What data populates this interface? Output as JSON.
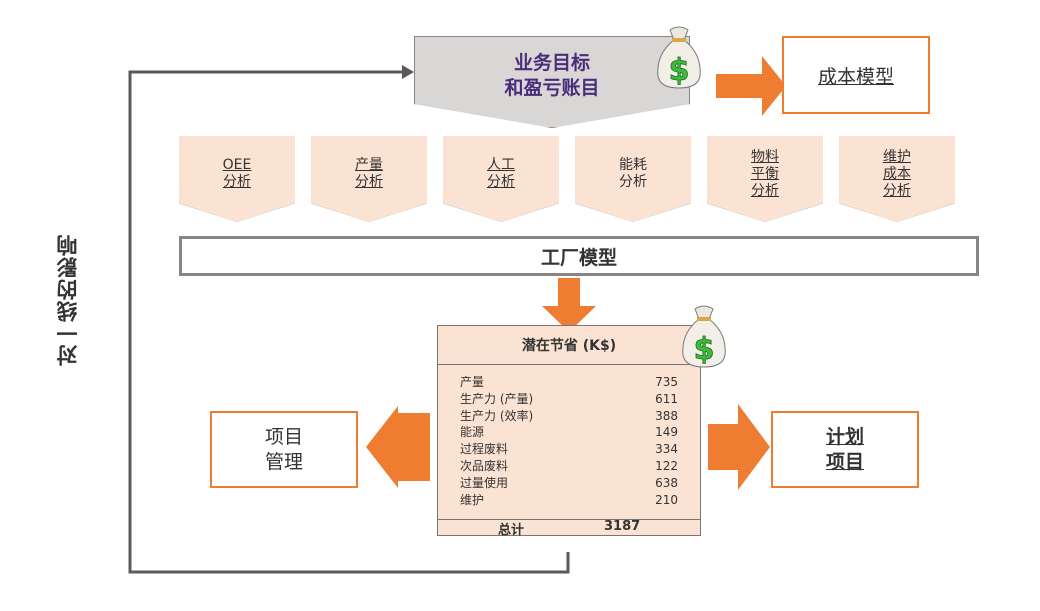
{
  "goal": {
    "line1": "业务目标",
    "line2": "和盈亏账目"
  },
  "cost_model": {
    "label": "成本模型"
  },
  "analyses": [
    {
      "lines": [
        "OEE",
        "分析"
      ],
      "underlined": true
    },
    {
      "lines": [
        "产量",
        "分析"
      ],
      "underlined": true
    },
    {
      "lines": [
        "人工",
        "分析"
      ],
      "underlined": true
    },
    {
      "lines": [
        "能耗",
        "分析"
      ],
      "underlined": false
    },
    {
      "lines": [
        "物料",
        "平衡",
        "分析"
      ],
      "underlined": true
    },
    {
      "lines": [
        "维护",
        "成本",
        "分析"
      ],
      "underlined": true
    }
  ],
  "factory_model": {
    "label": "工厂模型"
  },
  "savings": {
    "title": "潜在节省 (K$)",
    "rows": [
      {
        "label": "产量",
        "value": "735"
      },
      {
        "label": "生产力 (产量)",
        "value": "611"
      },
      {
        "label": "生产力 (效率)",
        "value": "388"
      },
      {
        "label": "能源",
        "value": "149"
      },
      {
        "label": "过程废料",
        "value": "334"
      },
      {
        "label": "次品废料",
        "value": "122"
      },
      {
        "label": "过量使用",
        "value": "638"
      },
      {
        "label": "维护",
        "value": "210"
      }
    ],
    "total_label": "总计",
    "total_value": "3187"
  },
  "project_management": {
    "line1": "项目",
    "line2": "管理"
  },
  "plan_project": {
    "line1": "计划",
    "line2": "项目"
  },
  "side_label": "对一线的影响",
  "icons": {
    "money_bag": "money-bag-icon",
    "dollar_symbol": "$"
  },
  "colors": {
    "orange": "#ee7d31",
    "peach": "#fbe3d4",
    "gray": "#d9d7d6",
    "purple_text": "#4a2d7a",
    "dollar_green": "#3dbb3a"
  }
}
